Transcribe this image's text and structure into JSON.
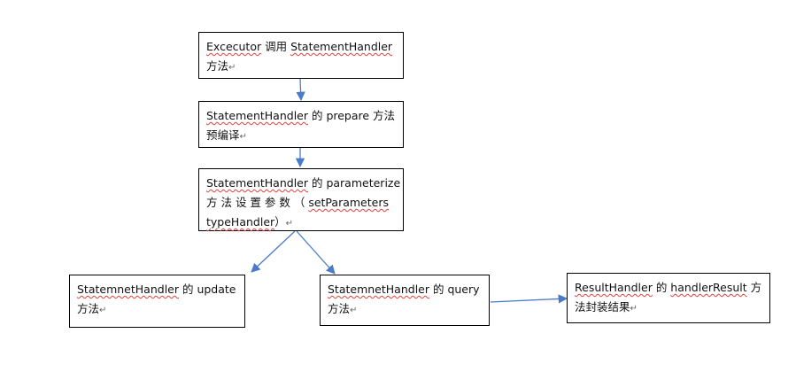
{
  "nodes": {
    "executor": {
      "line1a": "Excecutor",
      "line1b": " 调用 ",
      "line1c": "StatementHandler",
      "line2": "方法"
    },
    "prepare": {
      "line1a": "StatementHandler",
      "line1b": " 的 prepare 方法",
      "line2": "预编译"
    },
    "parameterize": {
      "line1a": "StatementHandler",
      "line1b": " 的 parameterize",
      "line2a": "方 法 设 置 参 数 （ ",
      "line2b": "setParameters",
      "line3a": "typeHandler",
      "line3b": "）"
    },
    "update": {
      "line1a": "StatemnetHandler",
      "line1b": " 的 update",
      "line2": "方法"
    },
    "query": {
      "line1a": "StatemnetHandler",
      "line1b": " 的 query",
      "line2": "方法"
    },
    "result": {
      "line1a": "ResultHandler",
      "line1b": " 的 ",
      "line1c": "handlerResult",
      "line1d": " 方",
      "line2": "法封装结果"
    }
  },
  "return_mark": "↵",
  "colors": {
    "arrow": "#4a7bc8",
    "border": "#000000",
    "spellcheck": "#e0413b"
  }
}
